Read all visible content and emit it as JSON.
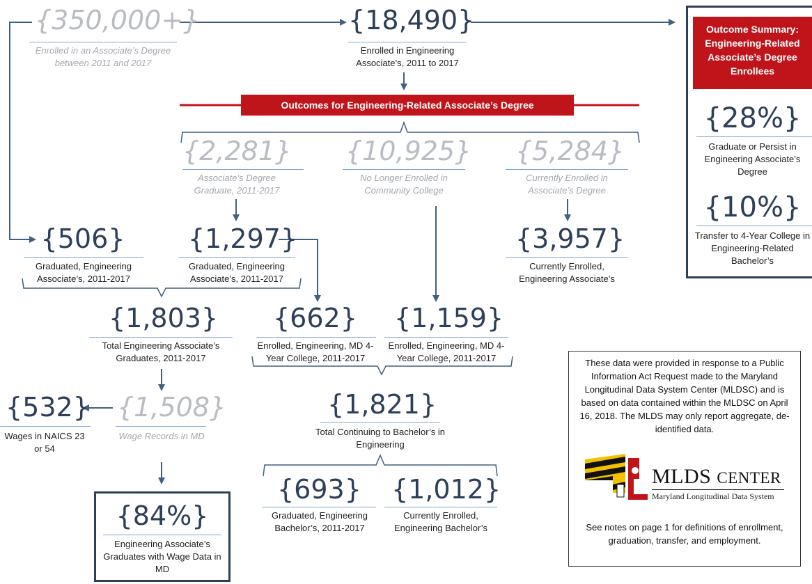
{
  "nodes": {
    "n350k": {
      "value": "{350,000+}",
      "label": "Enrolled in an Associate’s Degree between 2011 and 2017"
    },
    "n18490": {
      "value": "{18,490}",
      "label": "Enrolled in Engineering Associate’s, 2011 to 2017"
    },
    "n2281": {
      "value": "{2,281}",
      "label": "Associate’s Degree Graduate, 2011-2017"
    },
    "n10925": {
      "value": "{10,925}",
      "label": "No Longer Enrolled in Community College"
    },
    "n5284": {
      "value": "{5,284}",
      "label": "Currently Enrolled in Associate’s Degree"
    },
    "n506": {
      "value": "{506}",
      "label": "Graduated, Engineering Associate’s, 2011-2017"
    },
    "n1297": {
      "value": "{1,297}",
      "label": "Graduated, Engineering Associate’s, 2011-2017"
    },
    "n3957": {
      "value": "{3,957}",
      "label": "Currently Enrolled, Engineering Associate’s"
    },
    "n1803": {
      "value": "{1,803}",
      "label": "Total Engineering Associate’s Graduates, 2011-2017"
    },
    "n662": {
      "value": "{662}",
      "label": "Enrolled, Engineering, MD 4-Year College, 2011-2017"
    },
    "n1159": {
      "value": "{1,159}",
      "label": "Enrolled, Engineering, MD 4-Year College, 2011-2017"
    },
    "n532": {
      "value": "{532}",
      "label": "Wages in NAICS 23 or 54"
    },
    "n1508": {
      "value": "{1,508}",
      "label": "Wage Records in MD"
    },
    "n1821": {
      "value": "{1,821}",
      "label": "Total Continuing to Bachelor’s in Engineering"
    },
    "n693": {
      "value": "{693}",
      "label": "Graduated, Engineering Bachelor’s, 2011-2017"
    },
    "n1012": {
      "value": "{1,012}",
      "label": "Currently Enrolled, Engineering Bachelor’s"
    },
    "n84": {
      "value": "{84%}",
      "label": "Engineering Associate’s Graduates with Wage Data in MD"
    }
  },
  "banner": "Outcomes for Engineering-Related Associate’s Degree",
  "summary": {
    "title": "Outcome Summary: Engineering-Related Associate’s Degree Enrollees",
    "stat1_value": "{28%}",
    "stat1_label": "Graduate or Persist in Engineering Associate’s Degree",
    "stat2_value": "{10%}",
    "stat2_label": "Transfer to 4-Year College in Engineering-Related Bachelor’s"
  },
  "note": {
    "text": "These data were provided in response to a Public Information Act Request made to the Maryland Longitudinal Data System Center (MLDSC) and is based on data contained within the MLDSC on April 16, 2018.  The MLDS may only report aggregate, de-identified data.",
    "logo_title_1": "MLDS",
    "logo_title_2": "Center",
    "logo_subtitle": "Maryland Longitudinal Data System",
    "footer": "See notes on page 1 for definitions of enrollment, graduation, transfer, and employment."
  },
  "colors": {
    "red": "#c0141b",
    "navy": "#2e3f59",
    "arrow": "#41607f",
    "gray_text": "#b9bdc3"
  }
}
